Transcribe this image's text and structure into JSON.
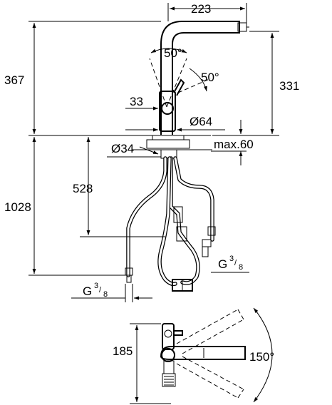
{
  "dimensions": {
    "spout_reach": "223",
    "total_height_top": "367",
    "spout_height": "331",
    "swivel_angle_left": "50°",
    "swivel_angle_right": "50°",
    "lever_offset": "33",
    "body_diameter": "Ø64",
    "hole_diameter": "Ø34",
    "max_deck_thickness": "max.60",
    "hose_length_small": "528",
    "hose_length_total": "1028",
    "thread_right_main": "G",
    "thread_right_num": "3",
    "thread_right_den": "8",
    "thread_left_main": "G",
    "thread_left_num": "3",
    "thread_left_den": "8",
    "plan_depth": "185",
    "rotation_angle": "150°"
  }
}
